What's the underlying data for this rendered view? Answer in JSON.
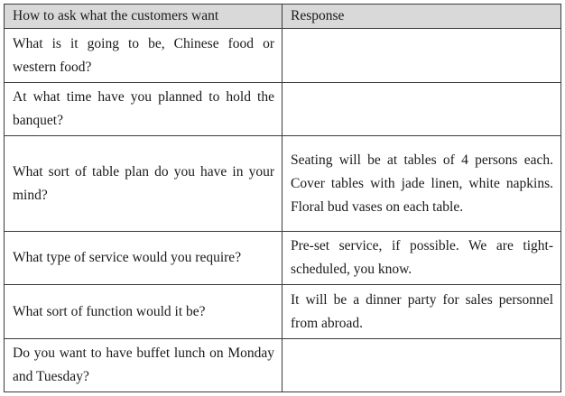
{
  "table": {
    "headers": [
      "How to ask what the customers want",
      "Response"
    ],
    "rows": [
      {
        "question": "What is it going to be, Chinese food or western food?",
        "response": ""
      },
      {
        "question": "At what time have you planned to hold the banquet?",
        "response": ""
      },
      {
        "question": "What sort of table plan do you have in your mind?",
        "response": "Seating will be at tables of 4 persons each. Cover tables with jade linen, white napkins. Floral bud vases on each table."
      },
      {
        "question": "What type of service would you require?",
        "response": "Pre-set service, if possible. We are tight-scheduled, you know."
      },
      {
        "question": "What sort of function would it be?",
        "response": "It will be a dinner party for sales personnel from abroad."
      },
      {
        "question": "Do you want to have buffet lunch on Monday and Tuesday?",
        "response": ""
      }
    ]
  }
}
